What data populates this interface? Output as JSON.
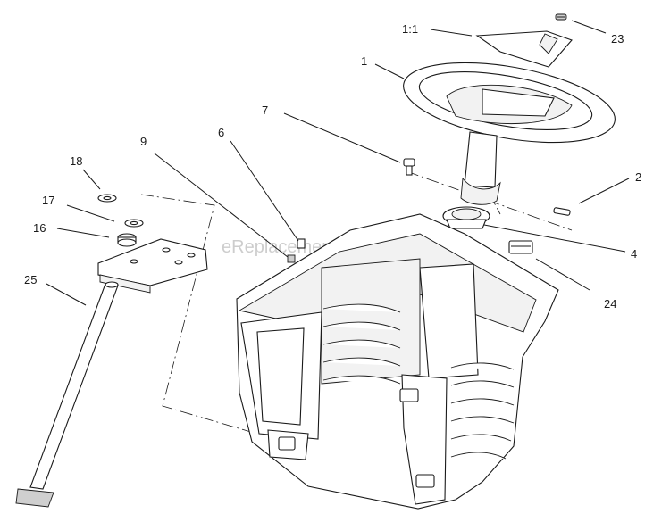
{
  "watermark": "eReplacementParts.com",
  "callouts": [
    {
      "id": "1:1",
      "label": "1:1"
    },
    {
      "id": "23",
      "label": "23"
    },
    {
      "id": "1",
      "label": "1"
    },
    {
      "id": "7",
      "label": "7"
    },
    {
      "id": "9",
      "label": "9"
    },
    {
      "id": "6",
      "label": "6"
    },
    {
      "id": "2",
      "label": "2"
    },
    {
      "id": "18",
      "label": "18"
    },
    {
      "id": "17",
      "label": "17"
    },
    {
      "id": "16",
      "label": "16"
    },
    {
      "id": "4",
      "label": "4"
    },
    {
      "id": "25",
      "label": "25"
    },
    {
      "id": "24",
      "label": "24"
    }
  ]
}
